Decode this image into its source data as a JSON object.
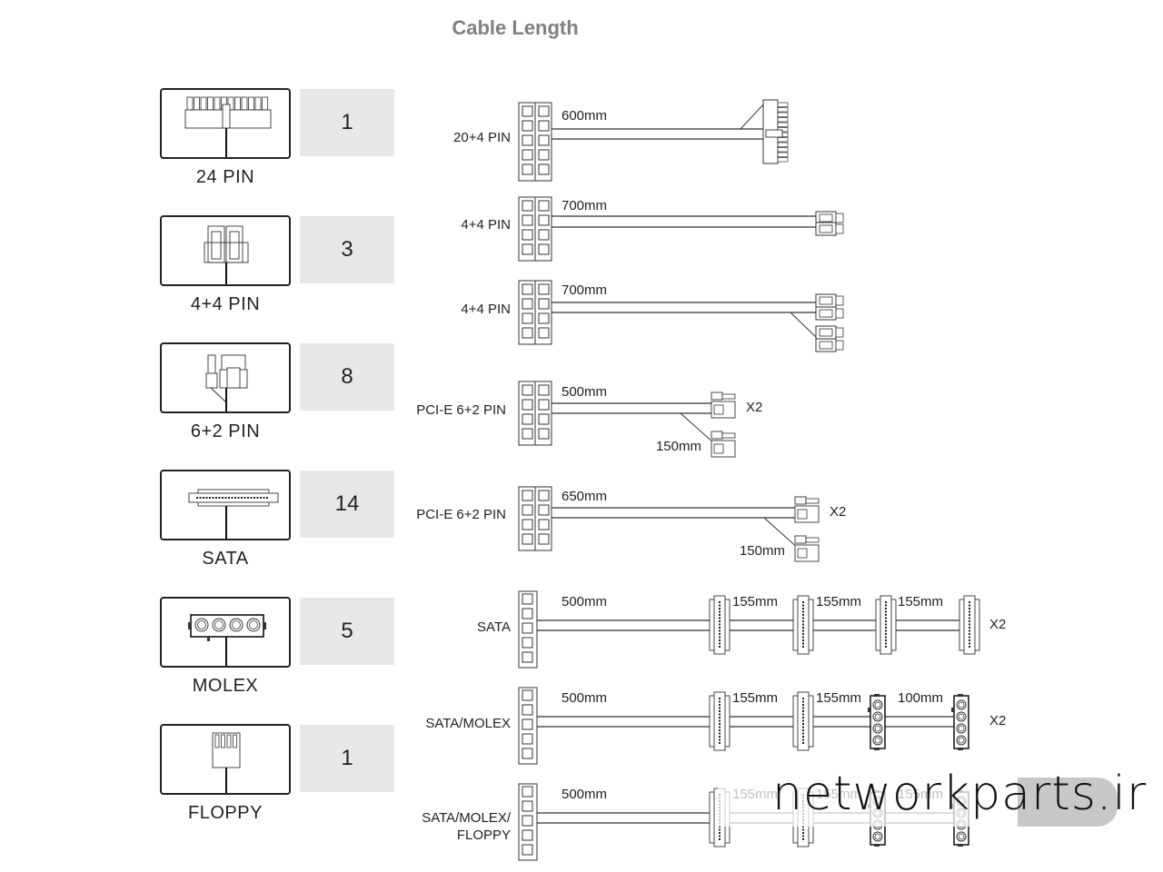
{
  "title": "Cable Length",
  "connector_legend": [
    {
      "type": "24 PIN",
      "count": "1",
      "icon": "atx-24pin-connector-icon"
    },
    {
      "type": "4+4 PIN",
      "count": "3",
      "icon": "eps-4plus4-connector-icon"
    },
    {
      "type": "6+2 PIN",
      "count": "8",
      "icon": "pcie-6plus2-connector-icon"
    },
    {
      "type": "SATA",
      "count": "14",
      "icon": "sata-connector-icon"
    },
    {
      "type": "MOLEX",
      "count": "5",
      "icon": "molex-connector-icon"
    },
    {
      "type": "FLOPPY",
      "count": "1",
      "icon": "floppy-connector-icon"
    }
  ],
  "cables": [
    {
      "label": [
        "20+4 PIN"
      ],
      "segments": [
        "600mm"
      ],
      "end": "24pin",
      "multiplier": ""
    },
    {
      "label": [
        "4+4 PIN"
      ],
      "segments": [
        "700mm"
      ],
      "end": "4+4pin-single",
      "multiplier": ""
    },
    {
      "label": [
        "4+4 PIN"
      ],
      "segments": [
        "700mm"
      ],
      "end": "4+4pin-dual",
      "multiplier": ""
    },
    {
      "label": [
        "PCI-E 6+2 PIN"
      ],
      "segments": [
        "500mm",
        "150mm"
      ],
      "end": "pcie-dual",
      "multiplier": "X2"
    },
    {
      "label": [
        "PCI-E 6+2 PIN"
      ],
      "segments": [
        "650mm",
        "150mm"
      ],
      "end": "pcie-dual",
      "multiplier": "X2"
    },
    {
      "label": [
        "SATA"
      ],
      "segments": [
        "500mm",
        "155mm",
        "155mm",
        "155mm"
      ],
      "end": "sata-chain",
      "multiplier": "X2"
    },
    {
      "label": [
        "SATA/MOLEX"
      ],
      "segments": [
        "500mm",
        "155mm",
        "155mm",
        "100mm"
      ],
      "end": "sata-molex-chain",
      "multiplier": "X2"
    },
    {
      "label": [
        "SATA/MOLEX/",
        "FLOPPY"
      ],
      "segments": [
        "500mm",
        "155mm",
        "155mm",
        "155mm"
      ],
      "end": "sata-molex-floppy-chain",
      "multiplier": ""
    }
  ],
  "watermark": "networkparts.ir"
}
